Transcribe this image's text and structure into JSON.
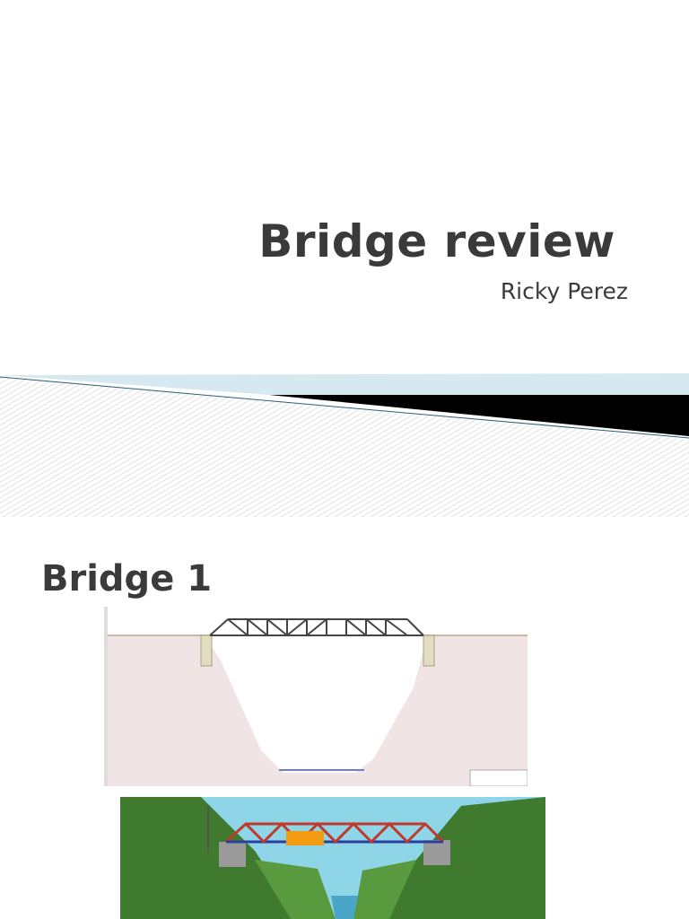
{
  "slide1": {
    "title": "Bridge review",
    "author": "Ricky Perez",
    "colors": {
      "band_light": "#d6e9f0",
      "band_dark": "#000000",
      "hatch": "#c8c8c8",
      "title": "#3a3a3a"
    }
  },
  "slide2": {
    "title": "Bridge 1",
    "images": [
      {
        "name": "bridge-design-drawing",
        "description_icon": "truss-diagram"
      },
      {
        "name": "bridge-3d-render",
        "description_icon": "truss-render"
      }
    ]
  }
}
